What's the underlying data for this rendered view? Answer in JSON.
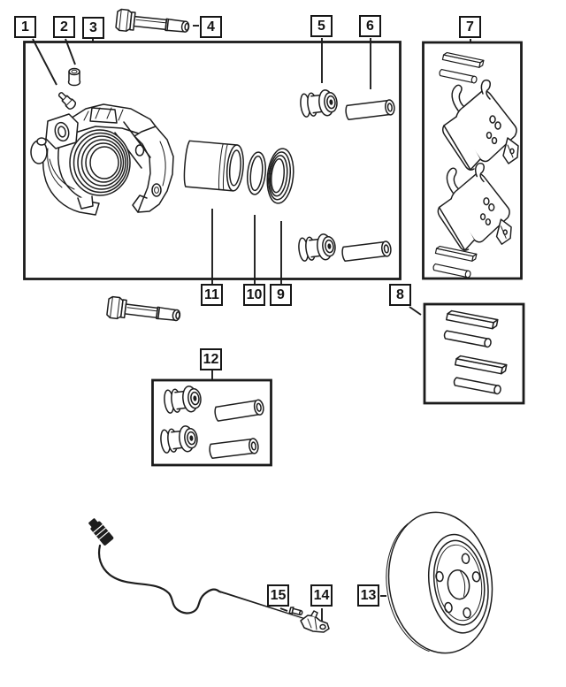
{
  "figure": {
    "kind": "exploded-parts-diagram",
    "colors": {
      "background": "#ffffff",
      "ink": "#1d1d1d"
    }
  },
  "callouts": [
    {
      "num": "1"
    },
    {
      "num": "2"
    },
    {
      "num": "3"
    },
    {
      "num": "4"
    },
    {
      "num": "5"
    },
    {
      "num": "6"
    },
    {
      "num": "7"
    },
    {
      "num": "8"
    },
    {
      "num": "9"
    },
    {
      "num": "10"
    },
    {
      "num": "11"
    },
    {
      "num": "12"
    },
    {
      "num": "13"
    },
    {
      "num": "14"
    },
    {
      "num": "15"
    }
  ]
}
